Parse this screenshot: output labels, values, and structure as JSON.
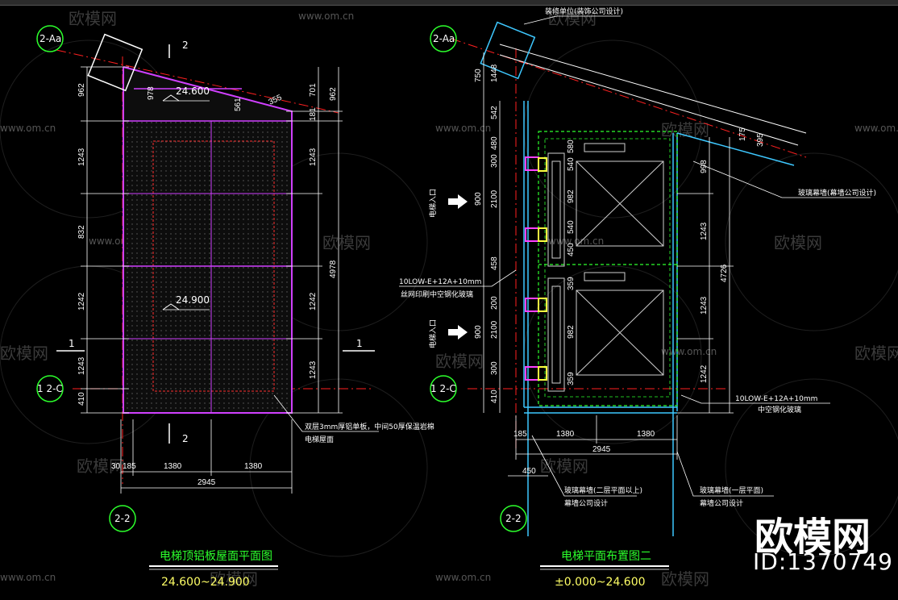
{
  "watermark": {
    "brand": "欧模网",
    "url": "www.om.cn",
    "id": "ID:1370749"
  },
  "left_plan": {
    "title": "电梯顶铝板屋面平面图",
    "range": "24.600~24.900",
    "elev_top": "24.600",
    "elev_mid": "24.900",
    "grid_top": "2-Aa",
    "grid_left": "1 2-C",
    "grid_bottom": "2-2",
    "section_2": "2",
    "section_1": "1",
    "dims_left": [
      "962",
      "1243",
      "832",
      "1242",
      "1243",
      "410"
    ],
    "dims_right": [
      "962",
      "1243",
      "4978",
      "1242",
      "1243"
    ],
    "dims_top": [
      "701",
      "181",
      "561",
      "978",
      "355"
    ],
    "dims_bottom_row1": [
      "30",
      "185",
      "1380",
      "1380"
    ],
    "dims_bottom_total": "2945",
    "note_line1": "双层3mm厚铝单板，中间50厚保温岩棉",
    "note_line2": "电梯屋面"
  },
  "right_plan": {
    "title": "电梯平面布置图二",
    "range": "±0.000~24.600",
    "grid_top": "2-Aa",
    "grid_left": "1 2-C",
    "grid_bottom": "2-2",
    "entry_label": "电梯入口",
    "glass_spec_a": "10LOW-E+12A+10mm",
    "glass_spec_a2": "丝网印刷中空钢化玻璃",
    "glass_spec_b": "10LOW-E+12A+10mm",
    "glass_spec_b2": "中空钢化玻璃",
    "note_top": "装修单位(装饰公司设计)",
    "note_curtain_right": "玻璃幕墙(幕墙公司设计)",
    "note_curtain_upper": "玻璃幕墙(二层平面以上)",
    "note_curtain_upper2": "幕墙公司设计",
    "note_curtain_lower": "玻璃幕墙(一层平面)",
    "note_curtain_lower2": "幕墙公司设计",
    "dims_left": [
      "1448",
      "542",
      "480",
      "300",
      "2100",
      "458",
      "200",
      "2100",
      "300",
      "410"
    ],
    "dims_left_small": [
      "750",
      "900",
      "900"
    ],
    "dims_right": [
      "998",
      "1243",
      "4726",
      "1243",
      "1242"
    ],
    "dims_inner": [
      "580",
      "540",
      "982",
      "540",
      "450",
      "359",
      "982",
      "359"
    ],
    "dims_bottom_row1": [
      "185",
      "1380",
      "1380"
    ],
    "dims_bottom_total": "2945",
    "dims_bottom_small": "450",
    "dims_slope": [
      "175",
      "395"
    ]
  }
}
